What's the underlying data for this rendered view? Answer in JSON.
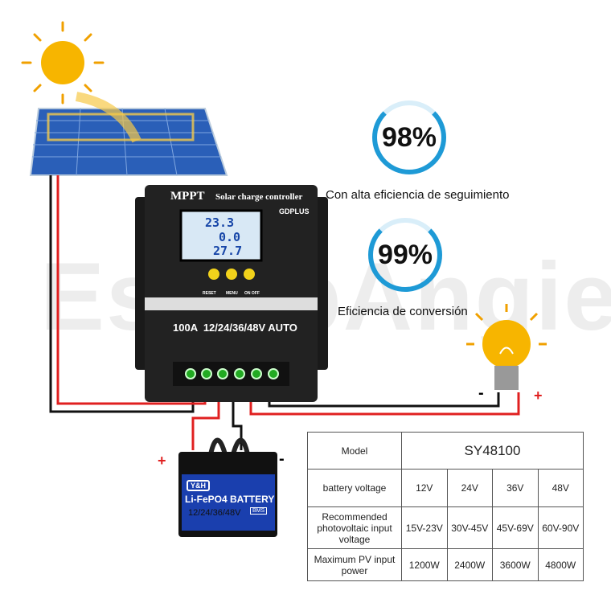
{
  "watermark": "EshopAngie",
  "controller": {
    "brand": "MPPT",
    "title": "Solar charge controller",
    "maker": "GDPLUS",
    "rating": "100A  12/24/36/48V AUTO",
    "lcd": {
      "battery_voltage": "23.3",
      "pv_current": "0.0",
      "temperature": "27.7"
    },
    "buttons": [
      {
        "label": "RESET"
      },
      {
        "label": "MENU"
      },
      {
        "label": "ON OFF"
      }
    ]
  },
  "efficiency": [
    {
      "value": "98%",
      "caption": "Con alta eficiencia de seguimiento"
    },
    {
      "value": "99%",
      "caption": "Eficiencia de conversión"
    }
  ],
  "battery": {
    "brand": "Y&H",
    "type": "Li-FePO4 BATTERY",
    "voltages": "12/24/36/48V",
    "badge": "BMS"
  },
  "polarity": {
    "plus": "+",
    "minus": "-"
  },
  "colors": {
    "accent": "#1e9ad6",
    "wire_red": "#e02020",
    "wire_black": "#111111"
  },
  "table": {
    "model_label": "Model",
    "model": "SY48100",
    "rows": [
      {
        "label": "battery voltage",
        "values": [
          "12V",
          "24V",
          "36V",
          "48V"
        ]
      },
      {
        "label": "Recommended photovoltaic input voltage",
        "values": [
          "15V-23V",
          "30V-45V",
          "45V-69V",
          "60V-90V"
        ]
      },
      {
        "label": "Maximum PV input power",
        "values": [
          "1200W",
          "2400W",
          "3600W",
          "4800W"
        ]
      }
    ]
  }
}
